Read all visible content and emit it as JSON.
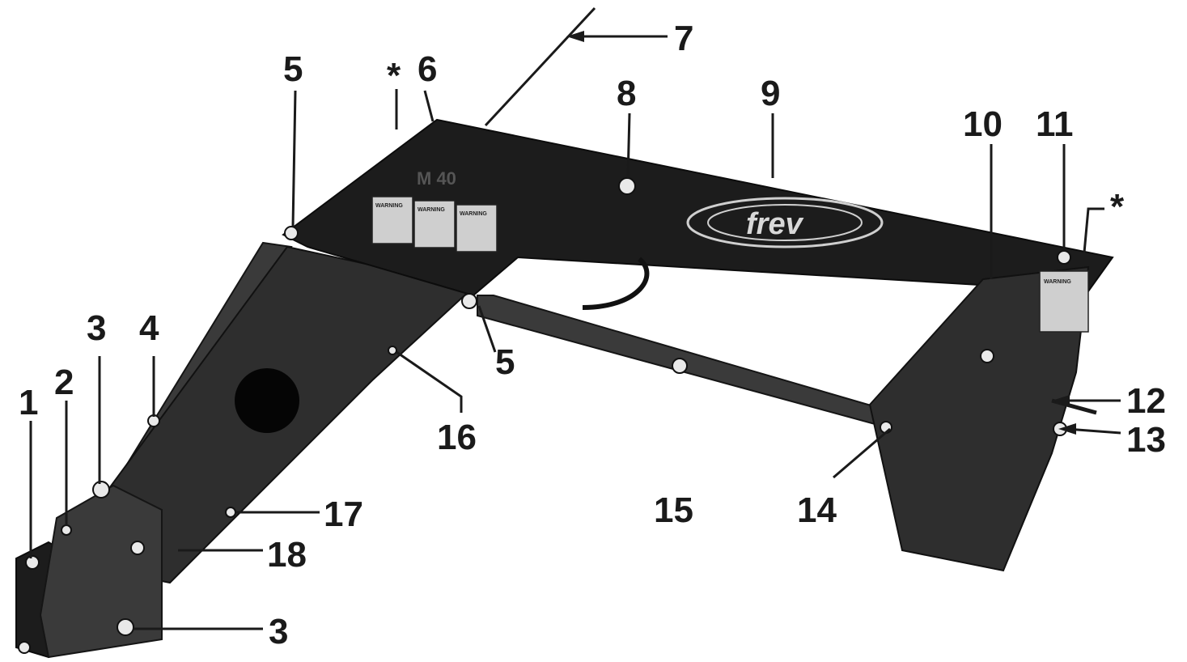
{
  "figure": {
    "model_badge": "M 40",
    "brand_logo": "frev",
    "decal_panels": [
      "WARNING",
      "WARNING",
      "WARNING"
    ],
    "side_decal": "WARNING"
  },
  "callouts": [
    {
      "id": "c1",
      "label": "1"
    },
    {
      "id": "c2",
      "label": "2"
    },
    {
      "id": "c3a",
      "label": "3"
    },
    {
      "id": "c3b",
      "label": "3"
    },
    {
      "id": "c4",
      "label": "4"
    },
    {
      "id": "c5a",
      "label": "5"
    },
    {
      "id": "c5b",
      "label": "5"
    },
    {
      "id": "c6",
      "label": "6"
    },
    {
      "id": "c7",
      "label": "7"
    },
    {
      "id": "c8",
      "label": "8"
    },
    {
      "id": "c9",
      "label": "9"
    },
    {
      "id": "c10",
      "label": "10"
    },
    {
      "id": "c11",
      "label": "11"
    },
    {
      "id": "c12",
      "label": "12"
    },
    {
      "id": "c13",
      "label": "13"
    },
    {
      "id": "c14",
      "label": "14"
    },
    {
      "id": "c15",
      "label": "15"
    },
    {
      "id": "c16",
      "label": "16"
    },
    {
      "id": "c17",
      "label": "17"
    },
    {
      "id": "c18",
      "label": "18"
    },
    {
      "id": "star1",
      "label": "*"
    },
    {
      "id": "star2",
      "label": "*"
    }
  ]
}
